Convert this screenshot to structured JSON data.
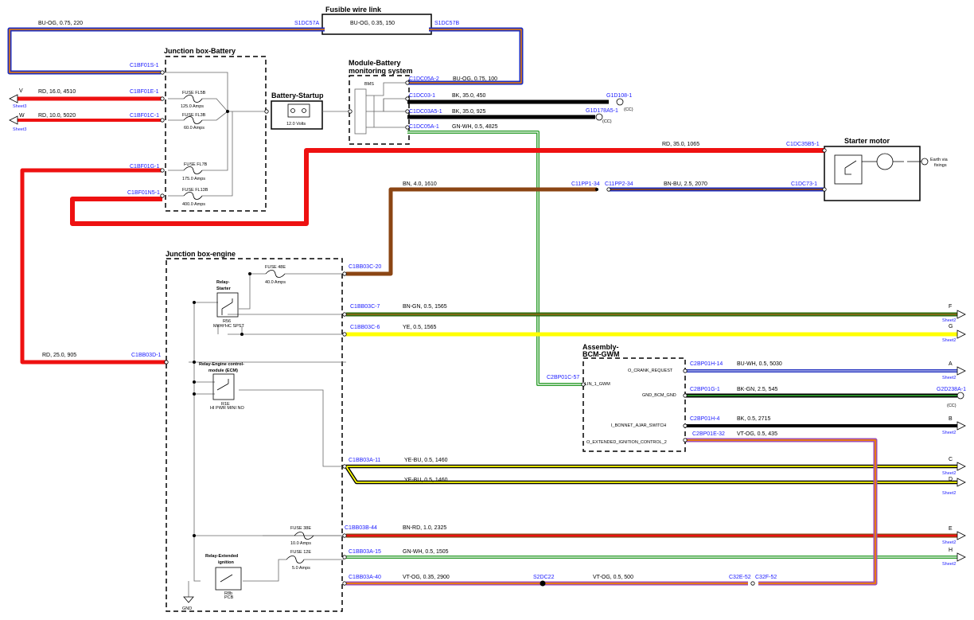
{
  "colors": {
    "red": "#ee1111",
    "black": "#000000",
    "brown": "#8b4513",
    "yellow": "#ffff00",
    "green": "#2e9e2e",
    "orange": "#f08000",
    "blue": "#1e2dbf",
    "violet": "#a050b0",
    "connector": "#1a1aff"
  },
  "components": {
    "fusible_link": "Fusible wire link",
    "jb_battery": "Junction box-Battery",
    "module_battery_1": "Module-Battery",
    "module_battery_2": "monitoring system",
    "battery_startup": "Battery-Startup",
    "starter_motor": "Starter motor",
    "jb_engine": "Junction box-engine",
    "assembly_bcm_1": "Assembly-",
    "assembly_bcm_2": "BCM-GWM",
    "relay_starter_1": "Relay-",
    "relay_starter_2": "Starter",
    "relay_starter_type_1": "R56",
    "relay_starter_type_2": "Micro HC SPST",
    "relay_ecm_1": "Relay-Engine control-",
    "relay_ecm_2": "module (ECM)",
    "relay_ecm_type_1": "R1E",
    "relay_ecm_type_2": "HI PWR MINI NO",
    "relay_ext_1": "Relay-Extended",
    "relay_ext_2": "ignition",
    "relay_ext_type_1": "R8b",
    "relay_ext_type_2": "PCB",
    "bms": "BMS",
    "battery_volts": "12.0 Volts",
    "earth_1": "Earth via",
    "earth_2": "fixings",
    "gnd": "GND",
    "cc1": "(CC)",
    "cc2": "(CC)",
    "cc3": "(CC)"
  },
  "fuses": {
    "fl5b_name": "FUSE FL5B",
    "fl5b_rating": "125.0 Amps",
    "fl3b_name": "FUSE FL3B",
    "fl3b_rating": "60.0 Amps",
    "fl7b_name": "FUSE FL7B",
    "fl7b_rating": "175.0 Amps",
    "fl13b_name": "FUSE FL13B",
    "fl13b_rating": "400.0 Amps",
    "f48e_name": "FUSE 48E",
    "f48e_rating": "40.0 Amps",
    "f38e_name": "FUSE 38E",
    "f38e_rating": "10.0 Amps",
    "f12e_name": "FUSE 12E",
    "f12e_rating": "5.0 Amps"
  },
  "connectors": {
    "s1dc57a": "S1DC57A",
    "s1dc57b": "S1DC57B",
    "c1bf01s": "C1BF01S-1",
    "c1bf01e": "C1BF01E-1",
    "c1bf01c": "C1BF01C-1",
    "c1bf01g": "C1BF01G-1",
    "c1bf01n5": "C1BF01N5-1",
    "c1dc05a2": "C1DC05A-2",
    "c1dc03": "C1DC03-1",
    "c1dc03a5": "C1DC03A5-1",
    "c1dc05a1": "C1DC05A-1",
    "g1d108": "G1D108-1",
    "g1d178a5": "G1D178A5-1",
    "c1dc35b5": "C1DC35B5-1",
    "c1dc73": "C1DC73-1",
    "c11pp1": "C11PP1-34",
    "c11pp2": "C11PP2-34",
    "c1bb03c20": "C1BB03C-20",
    "c1bb03c7": "C1BB03C-7",
    "c1bb03c6": "C1BB03C-6",
    "c1bb03d": "C1BB03D-1",
    "c1bb03a11": "C1BB03A-11",
    "c1bb03b44": "C1BB03B-44",
    "c1bb03a15": "C1BB03A-15",
    "c1bb03a40": "C1BB03A-40",
    "c2bp01c57": "C2BP01C-57",
    "c2bp01h14": "C2BP01H-14",
    "c2bp01g1": "C2BP01G-1",
    "c2bp01h4": "C2BP01H-4",
    "c2bp01e32": "C2BP01E-32",
    "g2d238a": "G2D238A-1",
    "s2dc22": "S2DC22",
    "c32e52": "C32E-52",
    "c32f52": "C32F-52"
  },
  "wires": {
    "w_top_left": "BU-OG,  0.75,  220",
    "w_fusible": "BU-OG,  0.35,  150",
    "w_bms_top": "BU-OG,  0.75,  100",
    "w_v": "RD,  16.0,  4510",
    "w_w": "RD,  10.0,  5020",
    "w_bk1": "BK,  35.0,  450",
    "w_bk2": "BK,  35.0,  925",
    "w_gnwh": "GN-WH,  0.5,  4825",
    "w_starter": "RD,  35.0,  1065",
    "w_bn": "BN,  4.0,  1610",
    "w_bnbu": "BN-BU,  2.5,  2070",
    "w_bngn": "BN-GN,  0.5,  1565",
    "w_ye": "YE,  0.5,  1565",
    "w_rd25": "RD,  25.0,  905",
    "w_yebu1": "YE-BU,  0.5,  1460",
    "w_yebu2": "YE-BU,  0.5,  1460",
    "w_bnrd": "BN-RD,  1.0,  2325",
    "w_gnwh2": "GN-WH,  0.5,  1505",
    "w_vtog1": "VT-OG,  0.35,  2900",
    "w_vtog2": "VT-OG,  0.5,  500",
    "w_buwh": "BU-WH,  0.5,  5030",
    "w_bkgn": "BK-GN,  2.5,  545",
    "w_bk": "BK,  0.5,  2715",
    "w_vtog3": "VT-OG,  0.5,  435"
  },
  "pins": {
    "crank": "O_CRANK_REQUEST",
    "gnd_bcm": "GND_BCM_GND",
    "bonnet": "I_BONNET_AJAR_SWITCH",
    "ext_ign": "O_EXTENDED_IGNITION_CONTROL_2",
    "lin": "LIN_1_GWM"
  },
  "sheet_refs": {
    "v_letter": "V",
    "v_sheet": "Sheet3",
    "w_letter": "W",
    "w_sheet": "Sheet3",
    "f_letter": "F",
    "f_sheet": "Sheet2",
    "g_letter": "G",
    "g_sheet": "Sheet2",
    "a_letter": "A",
    "a_sheet": "Sheet2",
    "b_letter": "B",
    "b_sheet": "Sheet2",
    "c_letter": "C",
    "c_sheet": "Sheet2",
    "d_letter": "D",
    "d_sheet": "Sheet2",
    "e_letter": "E",
    "e_sheet": "Sheet2",
    "h_letter": "H",
    "h_sheet": "Sheet2"
  }
}
